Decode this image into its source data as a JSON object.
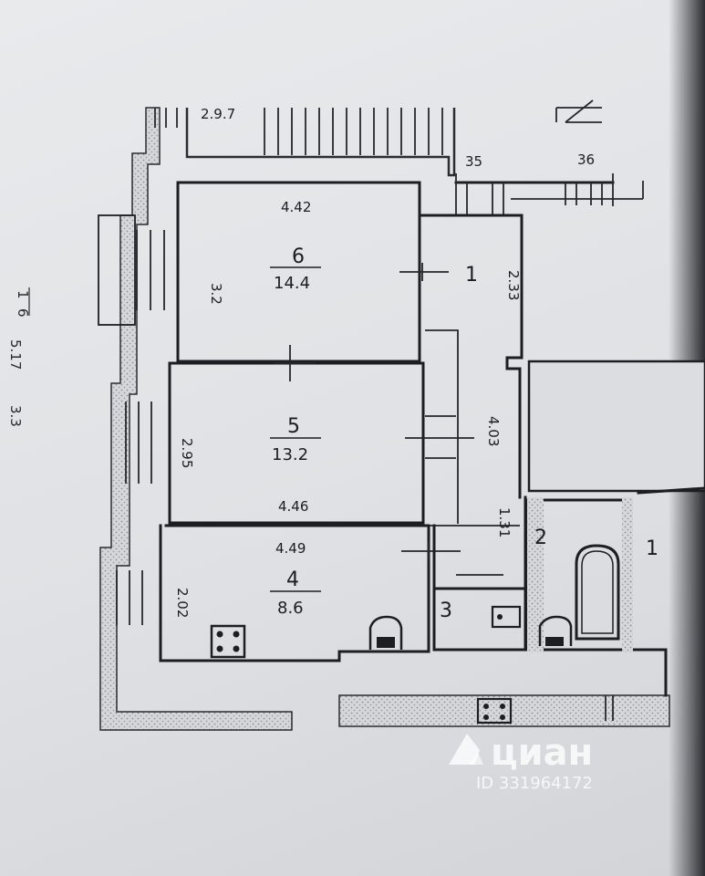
{
  "rooms": [
    {
      "number": "6",
      "area": "14.4",
      "width": "4.42",
      "height": "3.2"
    },
    {
      "number": "5",
      "area": "13.2",
      "width": "4.46",
      "height": "2.95"
    },
    {
      "number": "4",
      "area": "8.6",
      "width": "4.49",
      "height": "2.02"
    },
    {
      "number": "1",
      "height": "2.33",
      "length": "4.03"
    },
    {
      "number": "2",
      "length": "1.31"
    },
    {
      "number": "3"
    }
  ],
  "top_label": "2.9.7",
  "plot_numbers": [
    "35",
    "36"
  ],
  "right_label": "1",
  "side_annotation": {
    "top": "1",
    "mid": "6",
    "lower": "5.17",
    "bottom": "3.3"
  },
  "watermark": {
    "brand": "циан",
    "id": "ID 331964172"
  },
  "colors": {
    "paper": "#e4e5e8",
    "ink": "#1d1e22"
  }
}
